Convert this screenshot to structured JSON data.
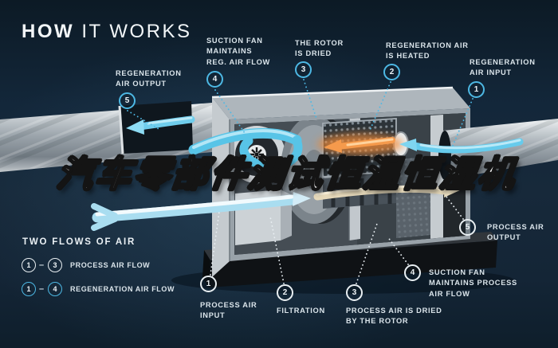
{
  "title": {
    "bold": "HOW",
    "rest": " IT WORKS"
  },
  "watermark": "汽车零部件测试恒温恒湿机",
  "callouts": {
    "top": [
      {
        "num": "5",
        "label": "REGENERATION\nAIR OUTPUT"
      },
      {
        "num": "4",
        "label": "SUCTION FAN\nMAINTAINS\nREG. AIR FLOW"
      },
      {
        "num": "3",
        "label": "THE ROTOR\nIS DRIED"
      },
      {
        "num": "2",
        "label": "REGENERATION AIR\nIS HEATED"
      },
      {
        "num": "1",
        "label": "REGENERATION\nAIR INPUT"
      }
    ],
    "bottom": [
      {
        "num": "1",
        "label": "PROCESS AIR\nINPUT"
      },
      {
        "num": "2",
        "label": "FILTRATION"
      },
      {
        "num": "3",
        "label": "PROCESS AIR IS DRIED\nBY THE ROTOR"
      },
      {
        "num": "4",
        "label": "SUCTION FAN\nMAINTAINS PROCESS\nAIR FLOW"
      },
      {
        "num": "5",
        "label": "PROCESS AIR\nOUTPUT"
      }
    ]
  },
  "legend": {
    "title": "TWO FLOWS OF AIR",
    "rows": [
      {
        "from": "1",
        "separator": "–",
        "to": "3",
        "label": "PROCESS AIR FLOW",
        "style": "process"
      },
      {
        "from": "1",
        "separator": "–",
        "to": "4",
        "label": "REGENERATION AIR FLOW",
        "style": "regeneration"
      }
    ]
  },
  "colors": {
    "background": "#13273a",
    "accent_blue": "#4db8e4",
    "process_white": "#e9eff2",
    "heater_orange": "#f08a39",
    "flow_cyan": "#6fcdec",
    "dried_air_cream": "#e6d9ba",
    "label_text": "#dbe5eb"
  }
}
